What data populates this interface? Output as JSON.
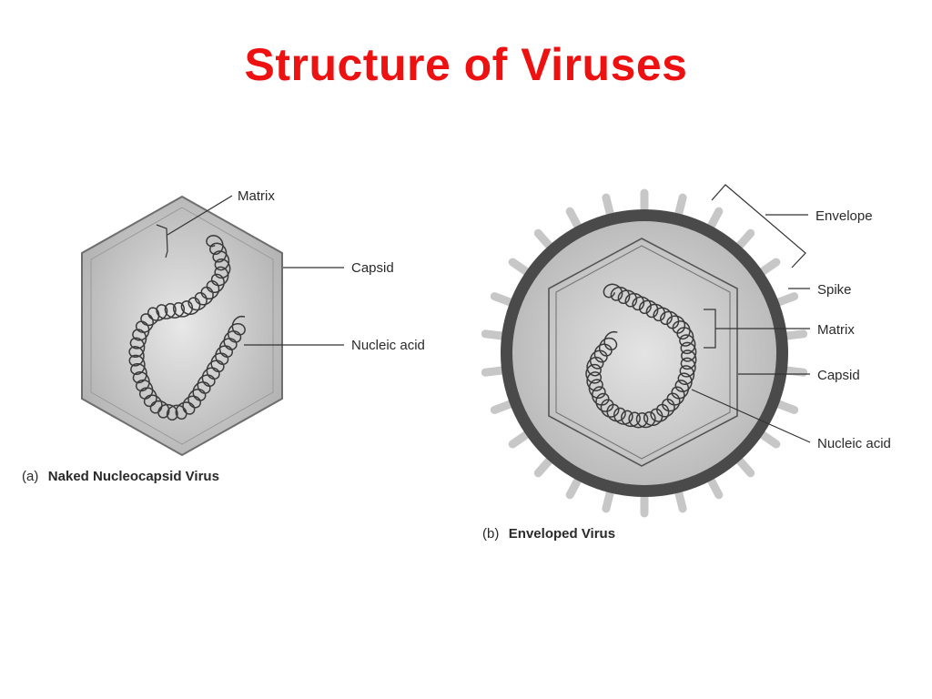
{
  "title": "Structure of Viruses",
  "colors": {
    "title": "#ee1111",
    "body_fill": "#bdbdbd",
    "body_edge": "#6e6e6e",
    "envelope": "#4a4a4a",
    "spike": "#c7c7c7",
    "coil": "#3a3a3a",
    "leader": "#333333"
  },
  "naked_virus": {
    "labels": {
      "matrix": "Matrix",
      "capsid": "Capsid",
      "nucleic_acid": "Nucleic acid"
    },
    "caption_prefix": "(a)",
    "caption": "Naked Nucleocapsid Virus"
  },
  "enveloped_virus": {
    "labels": {
      "envelope": "Envelope",
      "spike": "Spike",
      "matrix": "Matrix",
      "capsid": "Capsid",
      "nucleic_acid": "Nucleic acid"
    },
    "caption_prefix": "(b)",
    "caption": "Enveloped Virus",
    "spike_count": 26
  }
}
